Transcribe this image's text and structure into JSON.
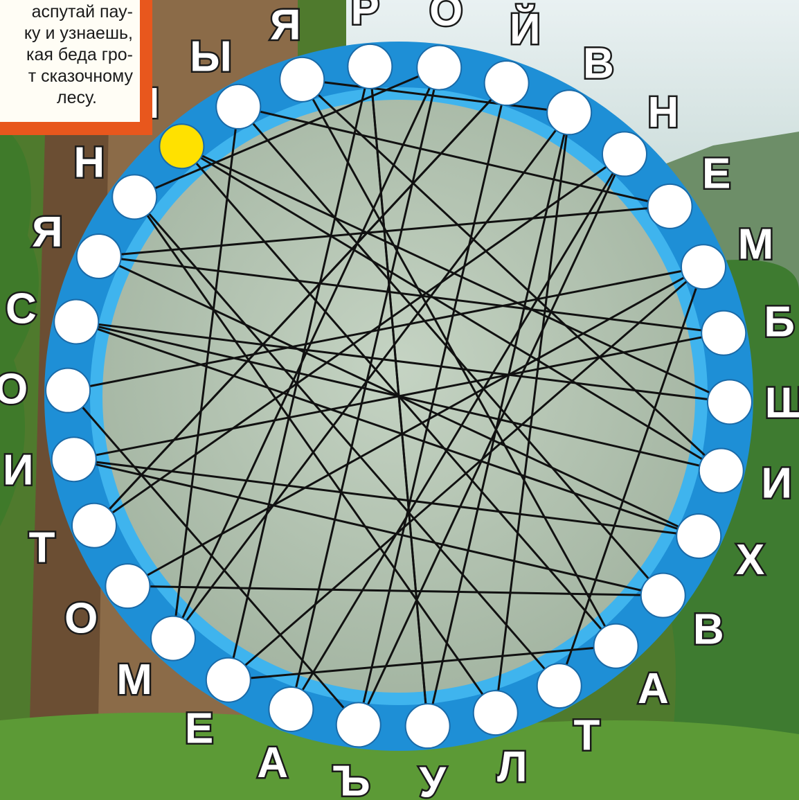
{
  "instruction": {
    "lines": [
      "аспутай пау-",
      "ку и узнаешь,",
      "кая беда гро-",
      "т сказочному",
      "лесу."
    ]
  },
  "colors": {
    "ring_outer": "#1e8fd6",
    "ring_inner": "#3fb4ee",
    "node_fill": "#ffffff",
    "start_node": "#ffe100",
    "thread": "#111111",
    "letter_fill": "#ffffff",
    "letter_outline": "#1a1a1a",
    "note_border": "#e8571d"
  },
  "letters": [
    "Р",
    "О",
    "Й",
    "В",
    "Н",
    "Е",
    "М",
    "Б",
    "Ш",
    "И",
    "Х",
    "В",
    "А",
    "Т",
    "Л",
    "У",
    "Ъ",
    "А",
    "Е",
    "М",
    "О",
    "Т",
    "И",
    "О",
    "С",
    "Я",
    "Н",
    "Л",
    "Ы",
    "Я"
  ],
  "start_letter_index": 27,
  "threads": [
    [
      27,
      8
    ],
    [
      26,
      1
    ],
    [
      25,
      5
    ],
    [
      24,
      9
    ],
    [
      23,
      6
    ],
    [
      22,
      10
    ],
    [
      21,
      2
    ],
    [
      20,
      11
    ],
    [
      19,
      3
    ],
    [
      18,
      12
    ],
    [
      17,
      1
    ],
    [
      16,
      4
    ],
    [
      15,
      0
    ],
    [
      14,
      3
    ],
    [
      13,
      6
    ],
    [
      12,
      29
    ],
    [
      11,
      28
    ],
    [
      10,
      25
    ],
    [
      9,
      27
    ],
    [
      8,
      24
    ],
    [
      7,
      22
    ],
    [
      6,
      18
    ],
    [
      5,
      28
    ],
    [
      4,
      17
    ],
    [
      3,
      29
    ],
    [
      2,
      21
    ],
    [
      1,
      19
    ],
    [
      0,
      15
    ],
    [
      29,
      9
    ],
    [
      28,
      19
    ],
    [
      27,
      12
    ],
    [
      26,
      14
    ],
    [
      25,
      7
    ],
    [
      24,
      10
    ],
    [
      23,
      16
    ],
    [
      22,
      11
    ],
    [
      21,
      4
    ],
    [
      20,
      6
    ],
    [
      2,
      16
    ],
    [
      3,
      15
    ],
    [
      0,
      18
    ],
    [
      26,
      13
    ]
  ]
}
